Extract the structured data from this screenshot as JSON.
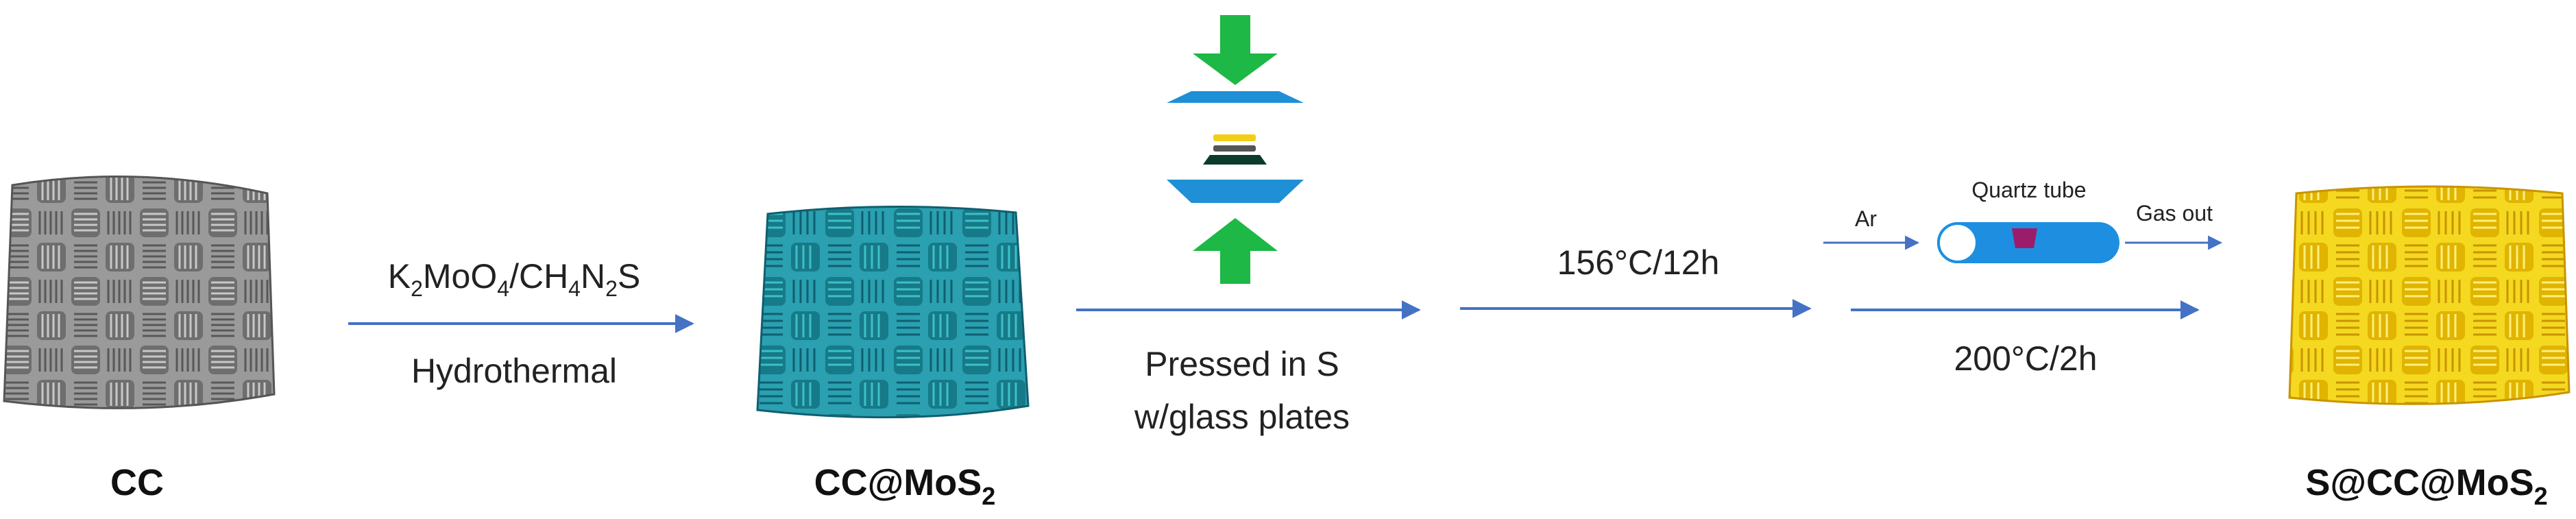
{
  "samples": {
    "cc": "CC",
    "mos2_prefix": "CC@MoS",
    "mos2_sub": "2",
    "final_prefix": "S@CC@MoS",
    "final_sub": "2"
  },
  "step1": {
    "reagent": {
      "k": "K",
      "k_sub": "2",
      "moo": "MoO",
      "moo_sub": "4",
      "slash_ch": "/CH",
      "ch_sub": "4",
      "n": "N",
      "n_sub": "2",
      "s": "S"
    },
    "method": "Hydrothermal"
  },
  "step2": {
    "line1": "Pressed in S",
    "line2": "w/glass plates"
  },
  "step3": {
    "heat1": "156°C/12h",
    "heat2": "200°C/2h",
    "gas_in": "Ar",
    "tube_label": "Quartz tube",
    "gas_out": "Gas out"
  },
  "colors": {
    "arrow": "#4472c4",
    "press_arrow": "#1db845",
    "plate": "#1f8fd6",
    "cc": "#8a8a8a",
    "mos2": "#1f8a9a",
    "sulfur": "#f2cf17",
    "boat": "#9b1c6a"
  }
}
